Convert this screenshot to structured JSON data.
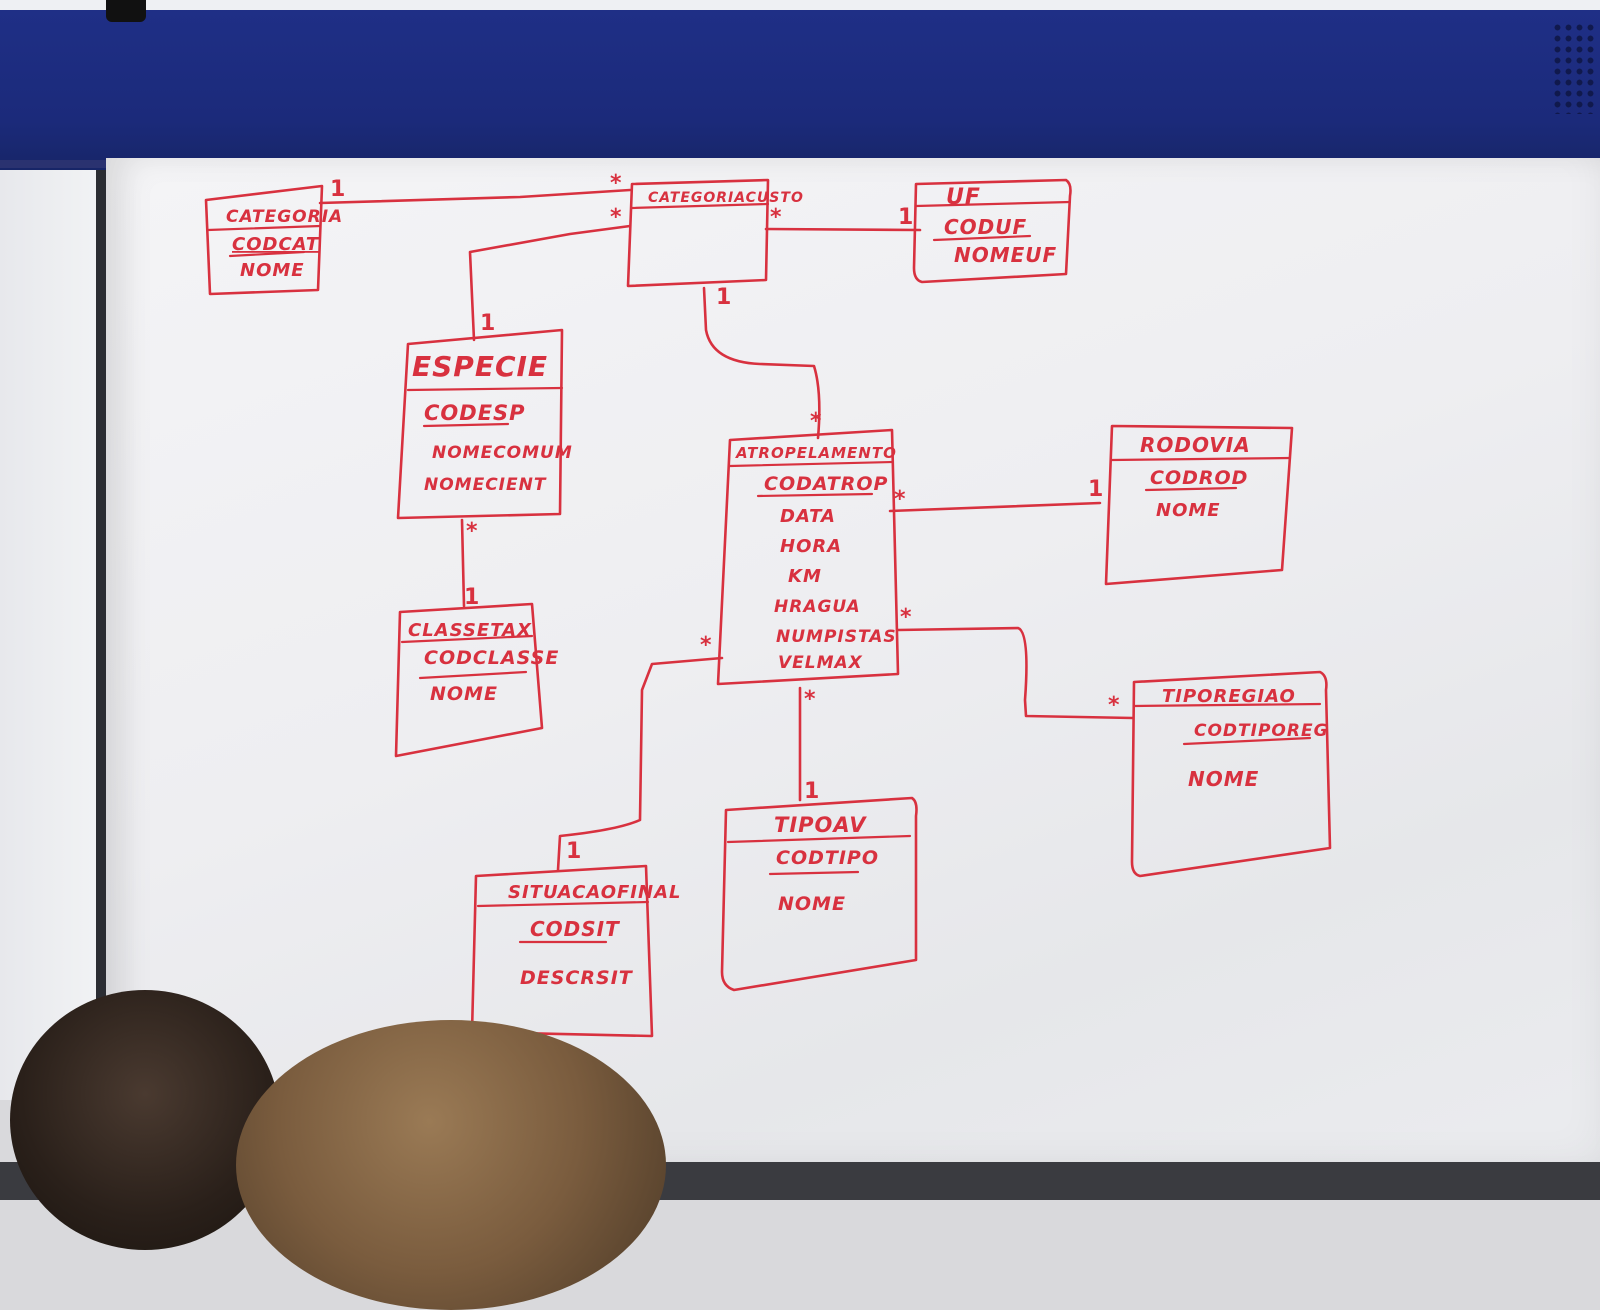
{
  "entities": [
    {
      "id": "categoria",
      "title": "CATEGORIA",
      "key": "CODCAT",
      "attributes": [
        "NOME"
      ]
    },
    {
      "id": "categoriacusto",
      "title": "CATEGORIACUSTO",
      "key": "",
      "attributes": []
    },
    {
      "id": "uf",
      "title": "UF",
      "key": "CODUF",
      "attributes": [
        "NOMEUF"
      ]
    },
    {
      "id": "especie",
      "title": "ESPECIE",
      "key": "CODESP",
      "attributes": [
        "NOMECOMUM",
        "NOMECIENT"
      ]
    },
    {
      "id": "classetax",
      "title": "CLASSETAX",
      "key": "CODCLASSE",
      "attributes": [
        "NOME"
      ]
    },
    {
      "id": "atropelamento",
      "title": "ATROPELAMENTO",
      "key": "CODATROP",
      "attributes": [
        "DATA",
        "HORA",
        "KM",
        "HRAGUA",
        "NUMPISTAS",
        "VELMAX"
      ]
    },
    {
      "id": "rodovia",
      "title": "RODOVIA",
      "key": "CODROD",
      "attributes": [
        "NOME"
      ]
    },
    {
      "id": "tiporegiao",
      "title": "TIPOREGIAO",
      "key": "CODTIPOREG",
      "attributes": [
        "NOME"
      ]
    },
    {
      "id": "tipoav",
      "title": "TIPOAV",
      "key": "CODTIPO",
      "attributes": [
        "NOME"
      ]
    },
    {
      "id": "situacaofinal",
      "title": "SITUACAOFINAL",
      "key": "CODSIT",
      "attributes": [
        "DESCRSIT"
      ]
    }
  ],
  "relationships": [
    {
      "from": "categoria",
      "to": "categoriacusto",
      "from_mult": "1",
      "to_mult": "*"
    },
    {
      "from": "especie",
      "to": "categoriacusto",
      "from_mult": "1",
      "to_mult": "*"
    },
    {
      "from": "uf",
      "to": "categoriacusto",
      "from_mult": "1",
      "to_mult": "*"
    },
    {
      "from": "categoriacusto",
      "to": "atropelamento",
      "from_mult": "1",
      "to_mult": "*"
    },
    {
      "from": "especie",
      "to": "classetax",
      "from_mult": "*",
      "to_mult": "1"
    },
    {
      "from": "atropelamento",
      "to": "rodovia",
      "from_mult": "*",
      "to_mult": "1"
    },
    {
      "from": "atropelamento",
      "to": "tiporegiao",
      "from_mult": "*",
      "to_mult": "*"
    },
    {
      "from": "atropelamento",
      "to": "tipoav",
      "from_mult": "*",
      "to_mult": "1"
    },
    {
      "from": "atropelamento",
      "to": "situacaofinal",
      "from_mult": "*",
      "to_mult": "1"
    }
  ],
  "ink_color": "#d8313f"
}
